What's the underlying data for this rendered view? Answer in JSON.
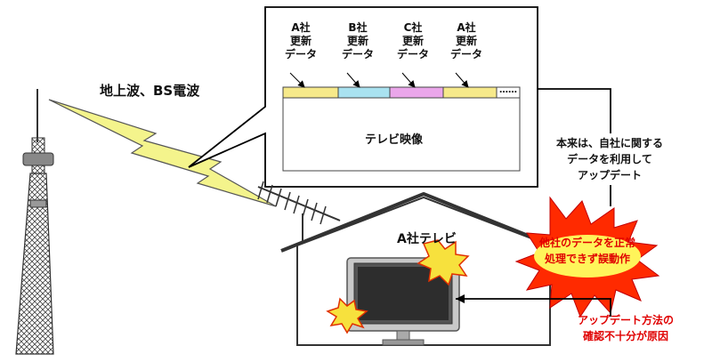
{
  "signal_label": "地上波、BS電波",
  "broadcast": {
    "segments": [
      {
        "company": "A社",
        "line2": "更新",
        "line3": "データ",
        "color": "#f6e98a"
      },
      {
        "company": "B社",
        "line2": "更新",
        "line3": "データ",
        "color": "#a9e2f0"
      },
      {
        "company": "C社",
        "line2": "更新",
        "line3": "データ",
        "color": "#eaa6ea"
      },
      {
        "company": "A社",
        "line2": "更新",
        "line3": "データ",
        "color": "#f6e98a"
      }
    ],
    "ellipsis": "……",
    "video_label": "テレビ映像"
  },
  "house_label": "A社テレビ",
  "note_lines": [
    "本来は、自社に関する",
    "データを利用して",
    "アップデート"
  ],
  "error_lines": [
    "他社のデータを正常",
    "処理できず誤動作"
  ],
  "cause_lines": [
    "アップデート方法の",
    "確認不十分が原因"
  ],
  "colors": {
    "lightning": "#f4f48c",
    "burst": "#f7e13d",
    "error_burst": "#ff2a00",
    "error_text": "#e00000"
  }
}
